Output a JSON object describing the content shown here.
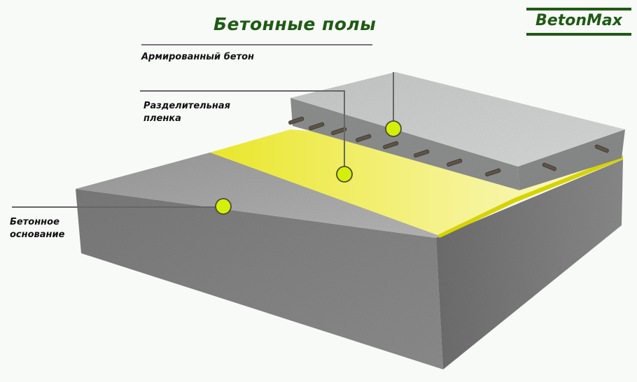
{
  "header": {
    "title": "Бетонные полы"
  },
  "logo": {
    "text": "BetonMax",
    "color": "#1f5a14"
  },
  "layers": [
    {
      "id": "reinforced-concrete",
      "label_lines": [
        "Армированный бетон"
      ]
    },
    {
      "id": "separation-film",
      "label_lines": [
        "Разделительная",
        "пленка"
      ]
    },
    {
      "id": "concrete-base",
      "label_lines": [
        "Бетонное",
        "основание"
      ]
    }
  ],
  "colors": {
    "marker": "#d4ef0a",
    "marker_stroke": "#4a4a3a",
    "film": "#eaea3a",
    "leader_line": "#666666",
    "title": "#1f5a14"
  }
}
